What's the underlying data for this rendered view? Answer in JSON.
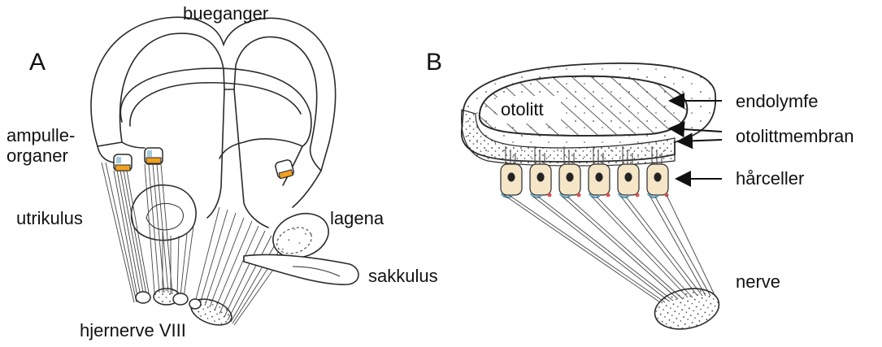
{
  "panel_a": {
    "letter": "A",
    "labels": {
      "bueganger": "bueganger",
      "ampulle_organer": "ampulle-\norganer",
      "utrikulus": "utrikulus",
      "lagena": "lagena",
      "sakkulus": "sakkulus",
      "hjernerve": "hjernerve VIII"
    }
  },
  "panel_b": {
    "letter": "B",
    "labels": {
      "otolitt": "otolitt",
      "endolymfe": "endolymfe",
      "otolittmembran": "otolittmembran",
      "harceller": "hårceller",
      "nerve": "nerve"
    }
  },
  "colors": {
    "ink": "#2a2a2a",
    "hair_cell_fill": "#f5e6c8",
    "ampulla_orange": "#f0a020",
    "ampulla_blue": "#6aa6c8",
    "hair_blue": "#5f9fc0",
    "hair_red": "#d9534f"
  }
}
